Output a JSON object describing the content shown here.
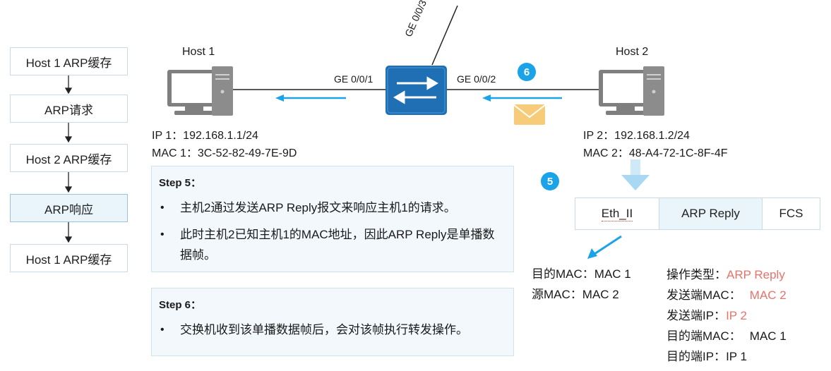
{
  "flow": [
    {
      "label": "Host 1 ARP缓存"
    },
    {
      "label": "ARP请求"
    },
    {
      "label": "Host 2 ARP缓存"
    },
    {
      "label": "ARP响应"
    },
    {
      "label": "Host 1 ARP缓存"
    }
  ],
  "hosts": {
    "host1": {
      "name": "Host 1",
      "ip": "IP 1：192.168.1.1/24",
      "mac": "MAC 1：3C-52-82-49-7E-9D"
    },
    "host2": {
      "name": "Host 2",
      "ip": "IP 2：192.168.1.2/24",
      "mac": "MAC 2：48-A4-72-1C-8F-4F"
    }
  },
  "ports": {
    "p1": "GE 0/0/1",
    "p2": "GE 0/0/2",
    "p3": "GE 0/0/3"
  },
  "badges": {
    "b6": "6",
    "b5": "5"
  },
  "step5": {
    "title": "Step 5：",
    "bullets": [
      "主机2通过发送ARP Reply报文来响应主机1的请求。",
      "此时主机2已知主机1的MAC地址，因此ARP Reply是单播数据帧。"
    ]
  },
  "step6": {
    "title": "Step 6：",
    "bullets": [
      "交换机收到该单播数据帧后，会对该帧执行转发操作。"
    ]
  },
  "frame": {
    "c1": "Eth_II",
    "c2": "ARP Reply",
    "c3": "FCS"
  },
  "eth_fields": {
    "dst": "目的MAC：MAC 1",
    "src": "源MAC：MAC 2"
  },
  "arp_fields": [
    {
      "key": "操作类型：",
      "val": "ARP Reply"
    },
    {
      "key": "发送端MAC：",
      "val": "MAC 2"
    },
    {
      "key": "发送端IP：",
      "val": "IP 2"
    },
    {
      "key": "目的端MAC：",
      "val": "MAC 1"
    },
    {
      "key": "目的端IP：",
      "val": "IP 1"
    }
  ],
  "colors": {
    "accent": "#1aa3e8",
    "highlight": "#e8726b",
    "switch": "#1f6fb5",
    "envelope": "#f6cc7a"
  }
}
